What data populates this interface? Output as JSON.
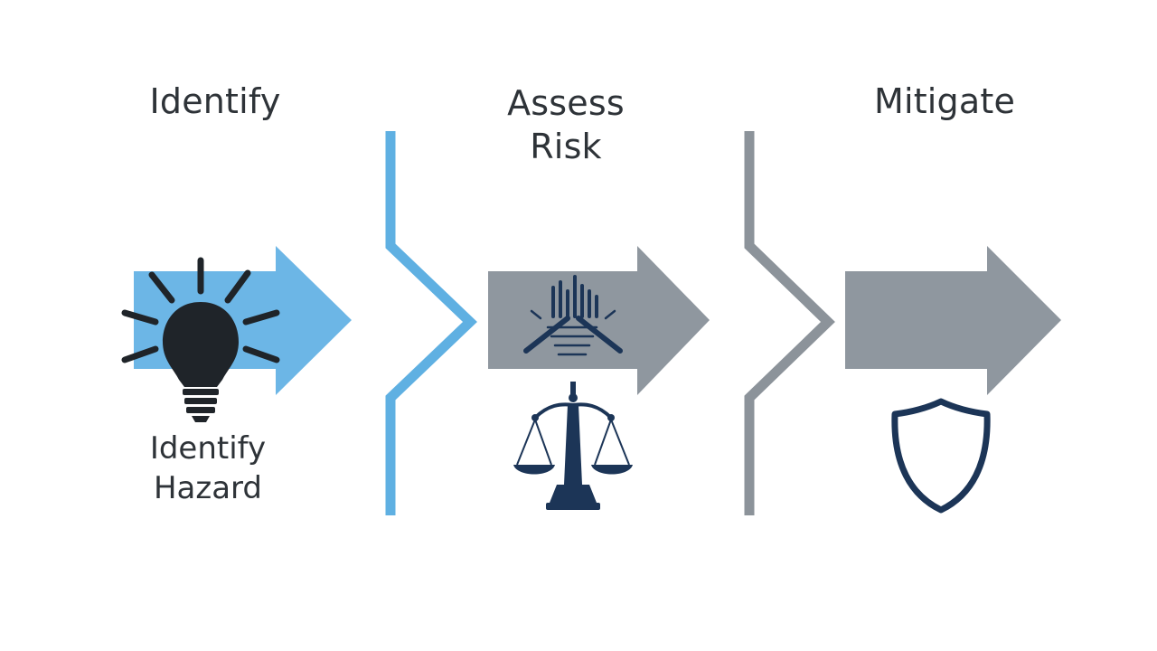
{
  "steps": [
    {
      "heading": "Identify",
      "label": "Identify\nHazard",
      "icon": "lightbulb-icon"
    },
    {
      "heading": "Assess\nRisk",
      "label": "",
      "icon": "balance-scale-icon"
    },
    {
      "heading": "Mitigate",
      "label": "",
      "icon": "shield-icon"
    }
  ],
  "colors": {
    "accent_blue": "#6cb6e6",
    "divider_blue": "#5fb0e2",
    "arrow_gray": "#8f979f",
    "divider_gray": "#8c939a",
    "icon_navy": "#1c3557",
    "bulb_dark": "#1f2429",
    "text": "#2e3338"
  }
}
